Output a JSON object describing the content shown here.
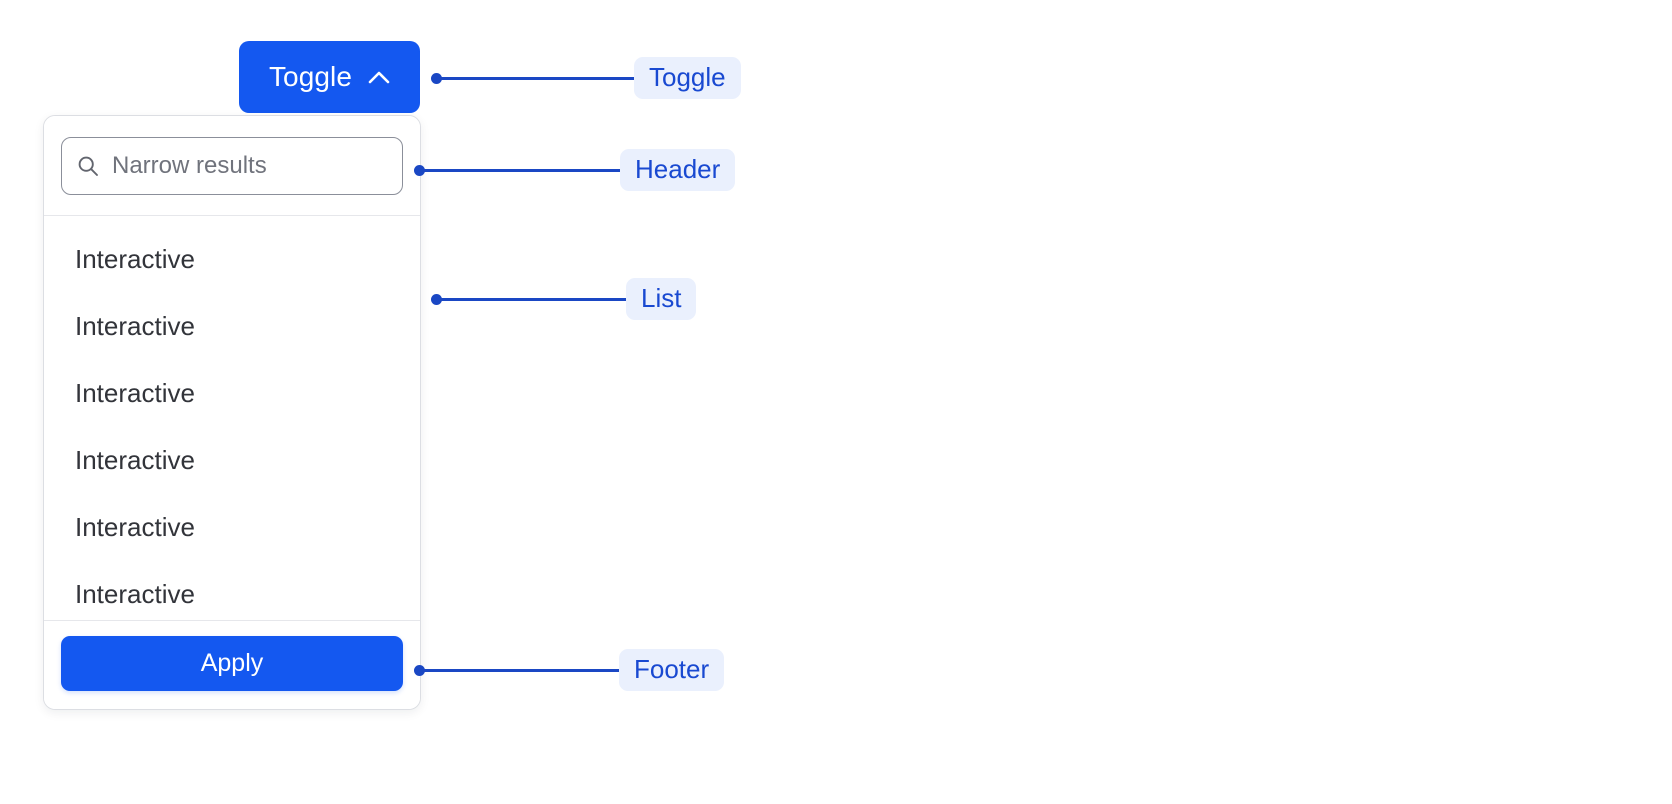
{
  "toggle": {
    "label": "Toggle",
    "icon": "chevron-up-icon",
    "expanded": true,
    "background_color": "#1458f0",
    "text_color": "#ffffff"
  },
  "panel": {
    "header": {
      "search": {
        "icon": "search-icon",
        "placeholder": "Narrow results",
        "value": ""
      }
    },
    "list": {
      "items": [
        {
          "label": "Interactive"
        },
        {
          "label": "Interactive"
        },
        {
          "label": "Interactive"
        },
        {
          "label": "Interactive"
        },
        {
          "label": "Interactive"
        },
        {
          "label": "Interactive"
        }
      ]
    },
    "footer": {
      "apply_label": "Apply",
      "apply_background_color": "#1458f0",
      "apply_text_color": "#ffffff"
    },
    "border_color": "#dcdee3",
    "divider_color": "#e6e7eb",
    "background_color": "#ffffff"
  },
  "annotations": {
    "accent_color": "#1a47c4",
    "pill_background_color": "#eaf0fd",
    "pill_text_color": "#1949d1",
    "items": [
      {
        "label": "Toggle",
        "target": "toggle-button"
      },
      {
        "label": "Header",
        "target": "panel-header"
      },
      {
        "label": "List",
        "target": "panel-list"
      },
      {
        "label": "Footer",
        "target": "panel-footer"
      }
    ]
  }
}
